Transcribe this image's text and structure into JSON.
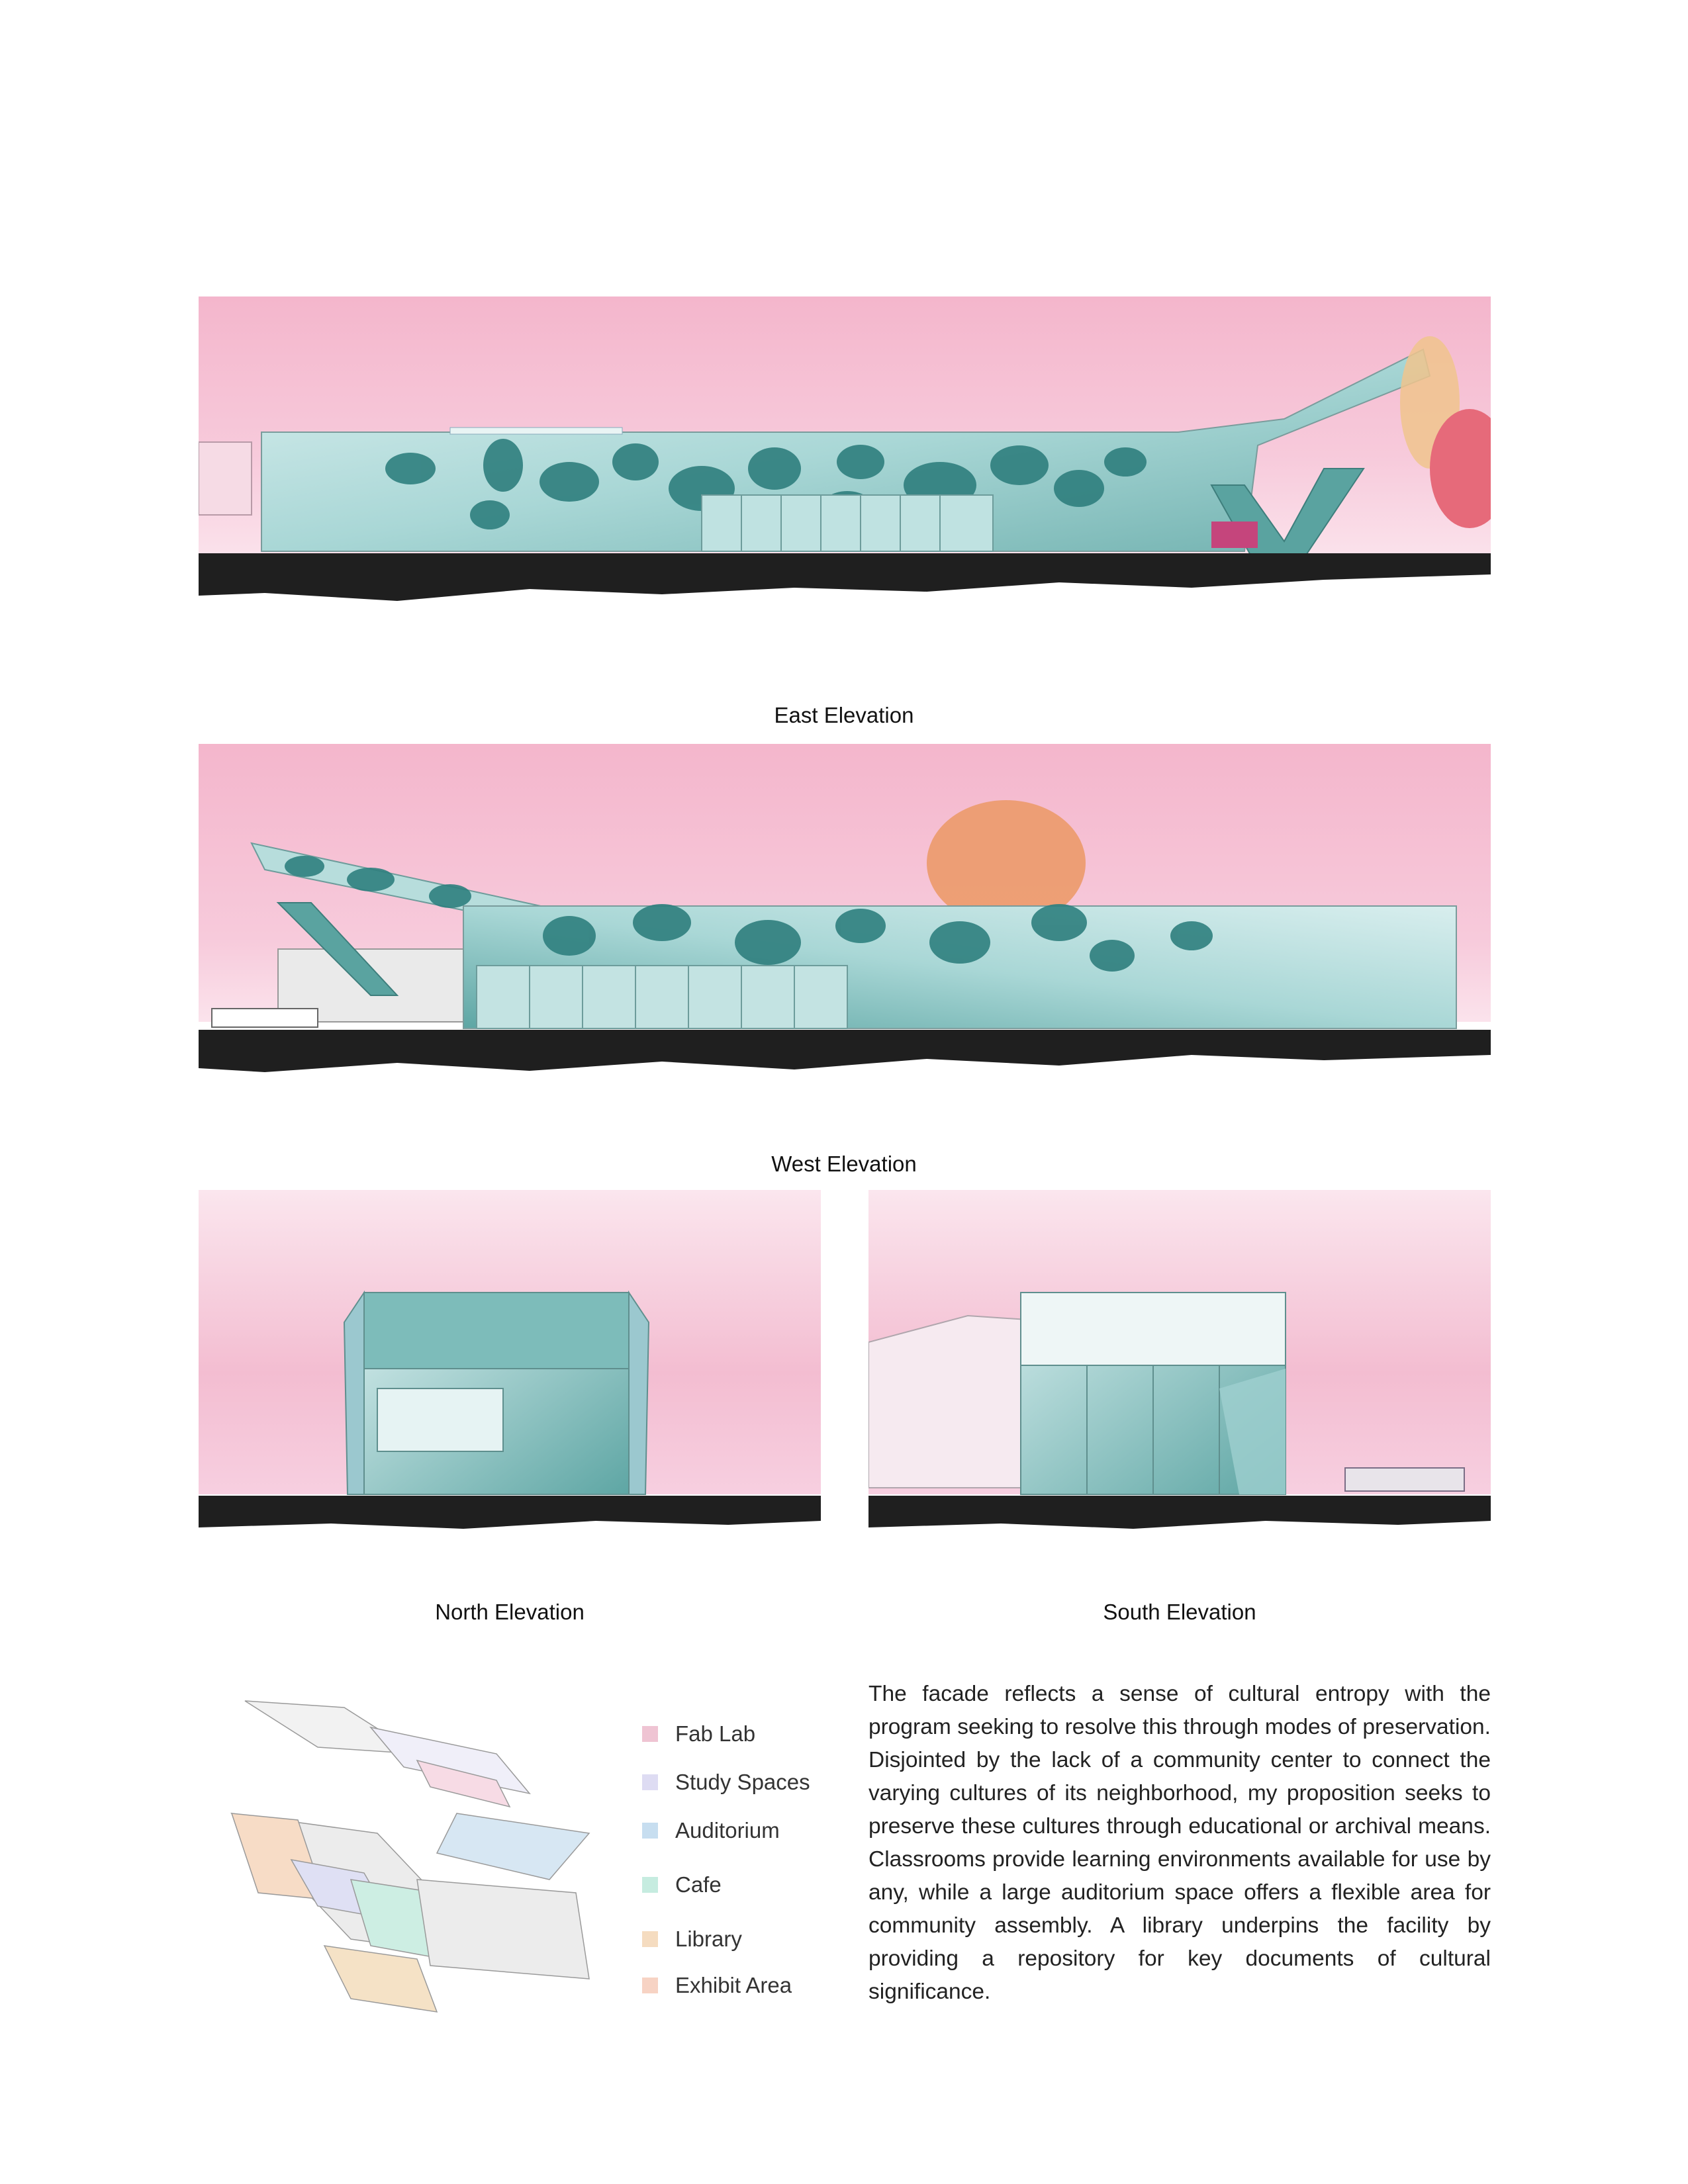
{
  "elevations": {
    "east": {
      "caption": "East Elevation"
    },
    "west": {
      "caption": "West Elevation"
    },
    "north": {
      "caption": "North Elevation"
    },
    "south": {
      "caption": "South Elevation"
    }
  },
  "legend": {
    "items": [
      {
        "label": "Fab Lab",
        "color": "#efc4d3"
      },
      {
        "label": "Study Spaces",
        "color": "#dedcf3"
      },
      {
        "label": "Auditorium",
        "color": "#c7def0"
      },
      {
        "label": "Cafe",
        "color": "#c6ece0"
      },
      {
        "label": "Library",
        "color": "#f5dcc0"
      },
      {
        "label": "Exhibit Area",
        "color": "#f7d3c4"
      }
    ]
  },
  "description": "The facade reflects a sense of cultural entropy with the program seeking to resolve this through modes of preservation. Disjointed by the lack of a community center to connect the varying cultures of its neighborhood, my proposition seeks to preserve these cultures through educational or archival means. Classrooms provide learning environments available for use by any, while a large auditorium space offers a flexible area for community assembly. A library underpins the facility by providing a repository for key documents of cultural significance.",
  "colors": {
    "sky": "#f2b8cf",
    "glass": "#9fcfcf",
    "glass_dark": "#3e8584",
    "ground": "#1d1d1d",
    "tree_orange": "#e88b63",
    "tree_red": "#e66a7a"
  }
}
